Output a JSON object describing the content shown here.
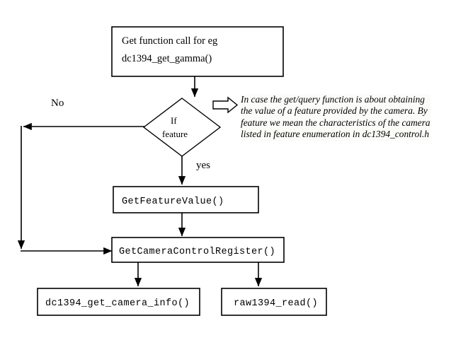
{
  "diagram": {
    "title": "libdc1394 get/query function call flow",
    "background": "#ffffff",
    "stroke_color": "#000000",
    "annotation_background": "#fbfbf8"
  },
  "nodes": {
    "start": {
      "shape": "process",
      "line1": "Get function call for eg",
      "line2": "dc1394_get_gamma()"
    },
    "decision": {
      "shape": "diamond",
      "line1": "If",
      "line2": "feature"
    },
    "get_feature_value": {
      "shape": "process",
      "label": "GetFeatureValue()"
    },
    "get_camera_control_register": {
      "shape": "process",
      "label": "GetCameraControlRegister()"
    },
    "camera_info": {
      "shape": "process",
      "label": "dc1394_get_camera_info()"
    },
    "raw_read": {
      "shape": "process",
      "label": "raw1394_read()"
    }
  },
  "edge_labels": {
    "no": "No",
    "yes": "yes"
  },
  "annotation": {
    "text": "In case the get/query function is about obtaining the value of a feature provided by the camera. By feature we mean the characteristics of the camera listed in feature enumeration in dc1394_control.h",
    "pointer_icon": "right-block-arrow-icon"
  }
}
